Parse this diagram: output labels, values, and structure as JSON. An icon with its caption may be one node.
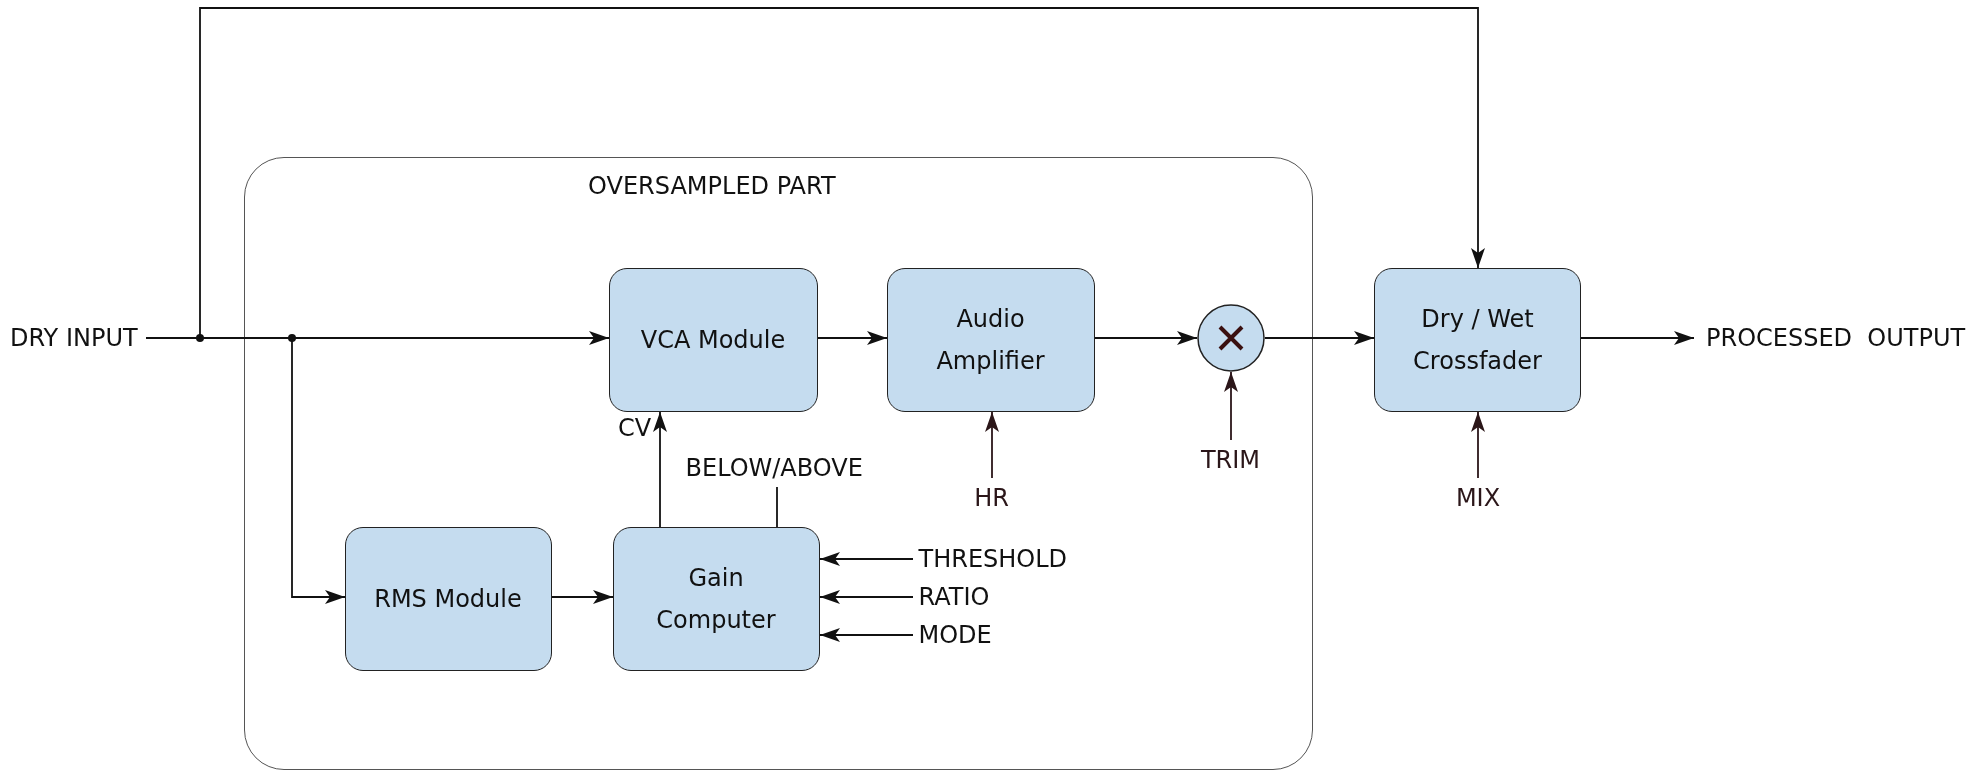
{
  "diagram": {
    "nodes": [
      {
        "text": [
          "OVERSAMPLED PART"
        ]
      },
      {
        "text": [
          "DRY INPUT"
        ]
      },
      {
        "text": [
          "VCA Module"
        ],
        "in": 0
      },
      {
        "text": [
          "Audio Amplifier"
        ],
        "in": 0
      },
      {
        "text": [],
        "shape": "circle",
        "in": 0
      },
      {
        "text": [
          "Dry / Wet Crossfader"
        ]
      },
      {
        "text": [
          "PROCESSED  OUTPUT"
        ]
      },
      {
        "text": [
          "BELOW/ABOVE"
        ],
        "in": 0
      },
      {
        "text": [
          "RMS Module"
        ],
        "in": 0
      },
      {
        "text": [
          "Gain Computer"
        ],
        "in": 0
      },
      {
        "text": [
          "THRESHOLD"
        ],
        "in": 0
      },
      {
        "text": [
          "RATIO"
        ],
        "in": 0
      },
      {
        "text": [
          "MODE"
        ],
        "in": 0
      },
      {
        "text": [
          "HR"
        ],
        "in": 0
      },
      {
        "text": [
          "TRIM"
        ],
        "in": 0
      },
      {
        "text": [
          "MIX"
        ]
      }
    ],
    "edges": [
      {
        "from": 1,
        "to": 2,
        "arrow": "to"
      },
      {
        "from": 1,
        "to": 8,
        "arrow": "to"
      },
      {
        "from": 1,
        "to": 5,
        "arrow": "to"
      },
      {
        "from": 2,
        "to": 3,
        "arrow": "to"
      },
      {
        "from": 3,
        "to": 4,
        "arrow": "to"
      },
      {
        "from": 4,
        "to": 5,
        "arrow": "to"
      },
      {
        "from": 5,
        "to": 6,
        "arrow": "to"
      },
      {
        "from": 8,
        "to": 9,
        "arrow": "to"
      },
      {
        "from": 9,
        "to": 2,
        "arrow": "to",
        "label": "CV"
      },
      {
        "from": 10,
        "to": 9,
        "arrow": "to"
      },
      {
        "from": 11,
        "to": 9,
        "arrow": "to"
      },
      {
        "from": 12,
        "to": 9,
        "arrow": "to"
      },
      {
        "from": 7,
        "to": 9,
        "arrow": "none"
      },
      {
        "from": 13,
        "to": 3,
        "arrow": "to",
        "color": "#2b1619"
      },
      {
        "from": 14,
        "to": 4,
        "arrow": "to",
        "color": "#2b1619"
      },
      {
        "from": 15,
        "to": 5,
        "arrow": "to",
        "color": "#2b1619"
      }
    ]
  }
}
